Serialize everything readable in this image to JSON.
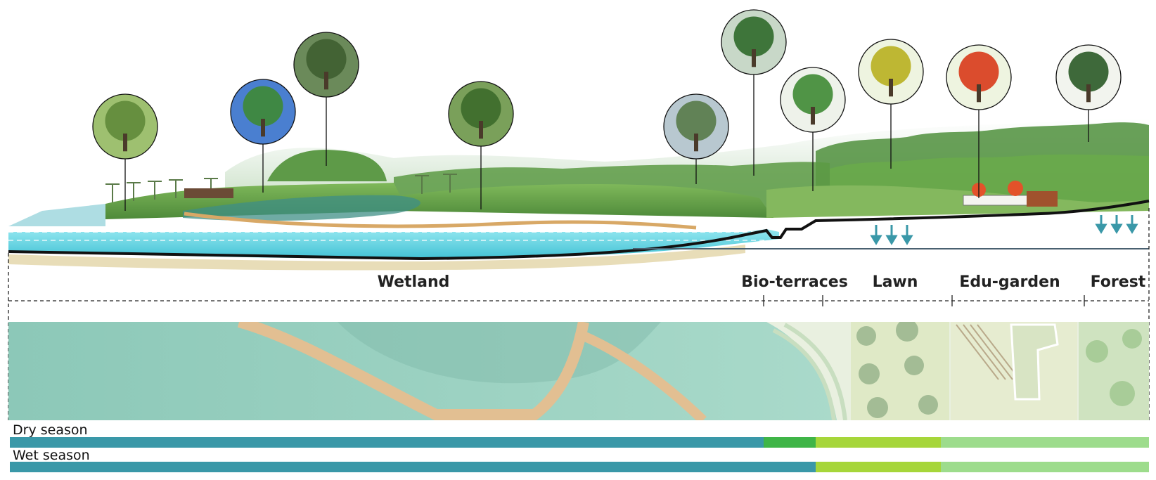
{
  "zones": [
    {
      "id": "wetland",
      "label": "Wetland"
    },
    {
      "id": "bio-terraces",
      "label": "Bio-terraces"
    },
    {
      "id": "lawn",
      "label": "Lawn"
    },
    {
      "id": "edu-garden",
      "label": "Edu-garden"
    },
    {
      "id": "forest",
      "label": "Forest"
    }
  ],
  "seasons": {
    "dry": {
      "label": "Dry season",
      "segments": [
        "#3a98a8",
        "#3a98a8",
        "#3fb547",
        "#a6d63a",
        "#9ddc8c"
      ]
    },
    "wet": {
      "label": "Wet season",
      "segments": [
        "#3a98a8",
        "#3a98a8",
        "#3a98a8",
        "#a6d63a",
        "#9ddc8c"
      ]
    }
  },
  "colors": {
    "water": "#5fd0e0",
    "deep_water": "#3a98a8",
    "grass": "#6aa64a",
    "plan_water": "#9fd4c4",
    "boardwalk": "#e0b88a",
    "arrow": "#3a98a8"
  },
  "plant_icons": [
    "grass-reed-icon",
    "palm-tree-icon",
    "bamboo-grove-icon",
    "cattail-icon",
    "bare-tree-icon",
    "rain-tree-icon",
    "broadleaf-tree-icon",
    "yellow-flower-tree-icon",
    "flame-tree-icon",
    "conifer-tree-icon"
  ]
}
